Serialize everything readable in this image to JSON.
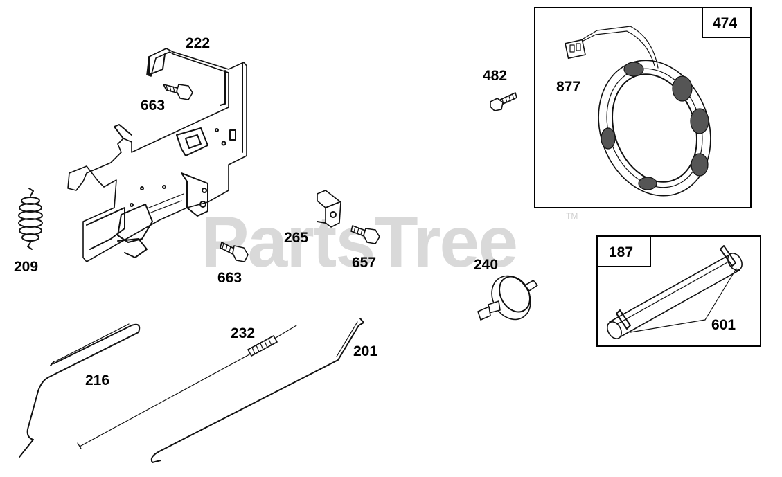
{
  "watermark": {
    "text": "PartsTree",
    "trademark": "TM"
  },
  "labels": {
    "l222": "222",
    "l663a": "663",
    "l209": "209",
    "l265": "265",
    "l663b": "663",
    "l657": "657",
    "l216": "216",
    "l232": "232",
    "l201": "201",
    "l482": "482",
    "l877": "877",
    "l240": "240",
    "l601": "601"
  },
  "boxes": {
    "box474": {
      "label": "474"
    },
    "box187": {
      "label": "187"
    }
  }
}
